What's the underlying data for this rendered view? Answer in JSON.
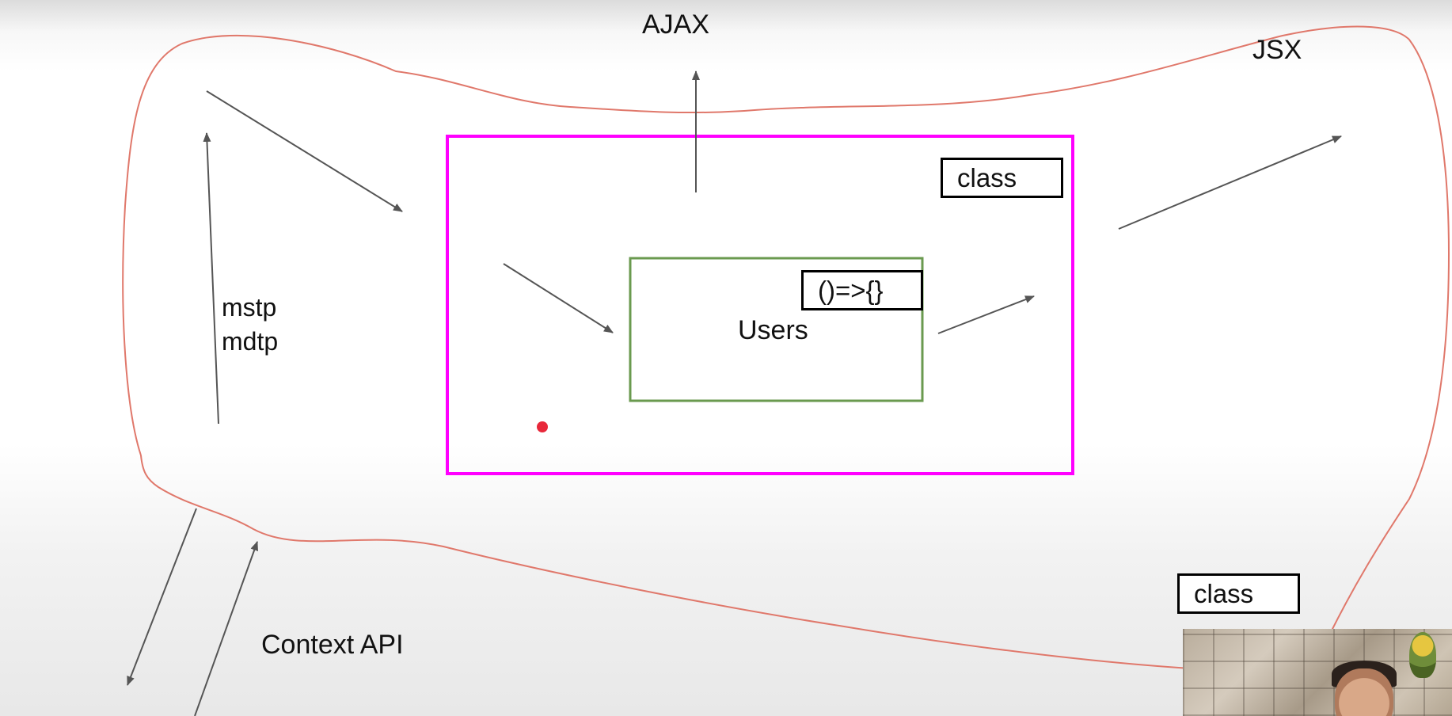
{
  "labels": {
    "ajax": "AJAX",
    "jsx": "JSX",
    "mstp": "mstp",
    "mdtp": "mdtp",
    "context_api": "Context API",
    "users": "Users",
    "arrow_fn": "()=>{}",
    "class_top": "class",
    "class_bottom": "class"
  },
  "colors": {
    "outline": "#e0786b",
    "outer_box": "#ff00ff",
    "inner_box": "#6a9a4f",
    "arrow": "#555555",
    "dot": "#e8283a",
    "text": "#111111"
  },
  "icons": {
    "webcam": "presenter-webcam"
  }
}
